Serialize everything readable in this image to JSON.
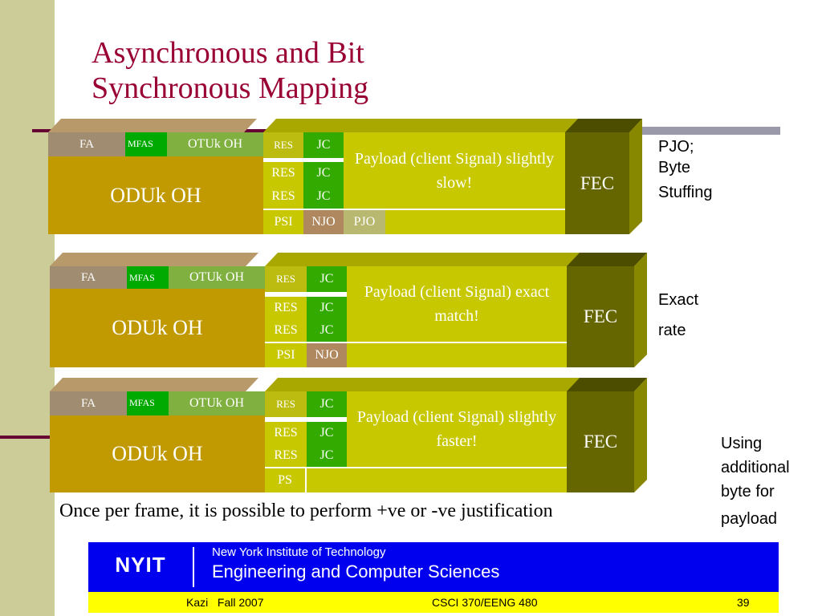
{
  "title": {
    "line1": "Asynchronous and Bit",
    "line2": "Synchronous Mapping"
  },
  "frames": [
    {
      "fa": "FA",
      "mfas": "MFAS",
      "otuk_oh": "OTUk OH",
      "res_top": "RES",
      "jc_top": "JC",
      "res1": "RES",
      "jc1": "JC",
      "res2": "RES",
      "jc2": "JC",
      "oduk_oh": "ODUk OH",
      "payload": "Payload (client Signal) slightly slow!",
      "fec": "FEC",
      "psi": "PSI",
      "njo": "NJO",
      "pjo": "PJO",
      "note_lines": [
        "PJO;",
        "Byte",
        "Stuffing"
      ]
    },
    {
      "fa": "FA",
      "mfas": "MFAS",
      "otuk_oh": "OTUk OH",
      "res_top": "RES",
      "jc_top": "JC",
      "res1": "RES",
      "jc1": "JC",
      "res2": "RES",
      "jc2": "JC",
      "oduk_oh": "ODUk OH",
      "payload": "Payload (client Signal) exact match!",
      "fec": "FEC",
      "psi": "PSI",
      "njo": "NJO",
      "note_lines": [
        "Exact",
        "rate"
      ]
    },
    {
      "fa": "FA",
      "mfas": "MFAS",
      "otuk_oh": "OTUk OH",
      "res_top": "RES",
      "jc_top": "JC",
      "res1": "RES",
      "jc1": "JC",
      "res2": "RES",
      "jc2": "JC",
      "oduk_oh": "ODUk OH",
      "payload": "Payload (client Signal) slightly faster!",
      "fec": "FEC",
      "psi": "PS",
      "note_lines": [
        "Using",
        "additional",
        "byte for",
        "payload"
      ]
    }
  ],
  "caption": "Once per frame, it is possible to perform +ve or -ve justification",
  "footer": {
    "logo": "NYIT",
    "institution": "New York Institute of Technology",
    "department": "Engineering and Computer Sciences",
    "author": "Kazi   Fall 2007",
    "course": "CSCI 370/EENG 480",
    "page": "39"
  },
  "colors": {
    "title": "#990033",
    "olive_dark": "#c09a00",
    "yellow_green": "#c8c800",
    "green": "#009900",
    "fec": "#666600",
    "fa": "#a08c70",
    "njo": "#b08860",
    "footer_blue": "#0000ee",
    "footer_yellow": "#ffff00"
  }
}
